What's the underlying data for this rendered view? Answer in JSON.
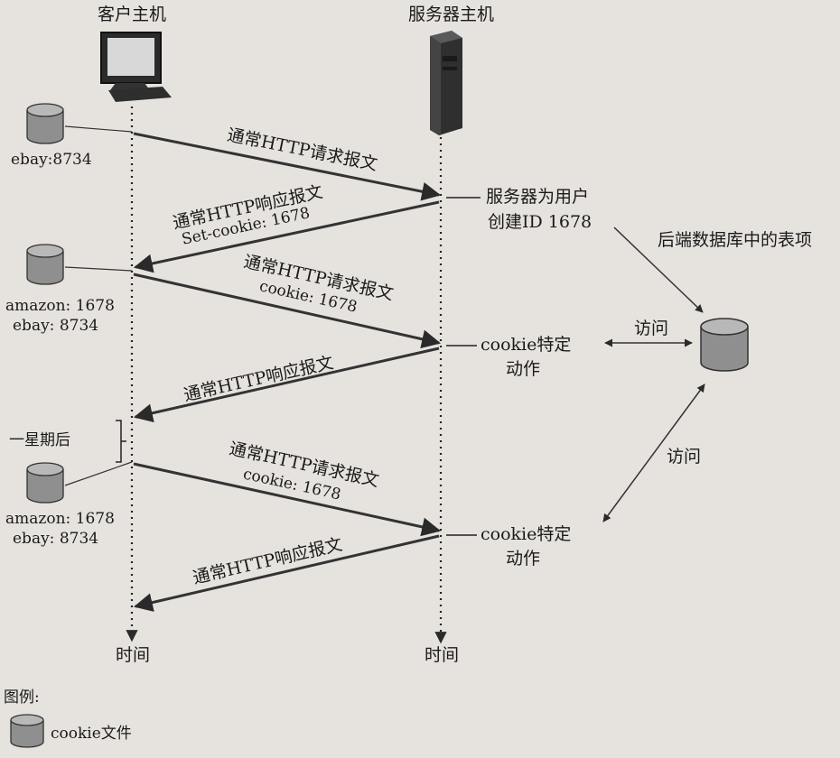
{
  "hosts": {
    "client": "客户主机",
    "server": "服务器主机"
  },
  "time_labels": {
    "client": "时间",
    "server": "时间"
  },
  "cookie_files": [
    {
      "lines": [
        "ebay:8734"
      ]
    },
    {
      "lines": [
        "amazon: 1678",
        "ebay: 8734"
      ]
    },
    {
      "lines": [
        "amazon: 1678",
        "ebay: 8734"
      ]
    }
  ],
  "messages": [
    {
      "label": "通常HTTP请求报文",
      "sub": ""
    },
    {
      "label": "通常HTTP响应报文",
      "sub": "Set-cookie: 1678"
    },
    {
      "label": "通常HTTP请求报文",
      "sub": "cookie: 1678"
    },
    {
      "label": "通常HTTP响应报文",
      "sub": ""
    },
    {
      "label": "通常HTTP请求报文",
      "sub": "cookie: 1678"
    },
    {
      "label": "通常HTTP响应报文",
      "sub": ""
    }
  ],
  "server_notes": [
    {
      "lines": [
        "服务器为用户",
        "创建ID 1678"
      ]
    },
    {
      "lines": [
        "cookie特定",
        "动作"
      ]
    },
    {
      "lines": [
        "cookie特定",
        "动作"
      ]
    }
  ],
  "backend": {
    "label": "后端数据库中的表项",
    "access_1": "访问",
    "access_2": "访问"
  },
  "week_later": "一星期后",
  "legend": {
    "title": "图例:",
    "cookie_file": "cookie文件"
  },
  "colors": {
    "background": "#e6e3df",
    "arrow": "#3a3a3a",
    "database": "#8f8f8f"
  }
}
